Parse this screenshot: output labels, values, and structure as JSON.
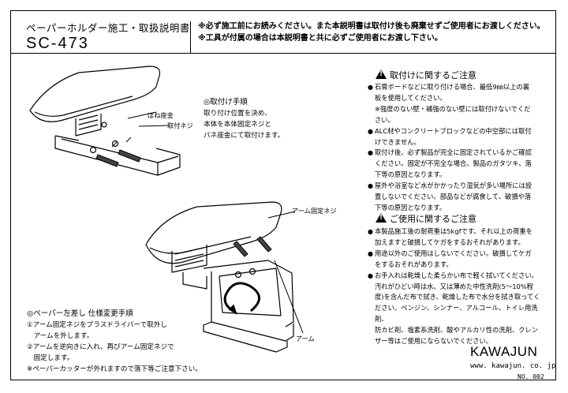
{
  "header": {
    "title": "ペーパーホルダー施工・取扱説明書",
    "model": "SC-473",
    "notice_1": "※必ず施工前にお読みください。また本説明書は取付け後も廃棄せずご使用者にお渡しください。",
    "notice_2": "※工具が付属の場合は本説明書と共に必ずご使用者にお渡し下さい。"
  },
  "illustrations": {
    "label_spring_washer": "ばね座金",
    "label_mount_screw": "取付ネジ",
    "label_arm_screw": "アーム固定ネジ",
    "label_arm": "アーム"
  },
  "install_procedure": {
    "heading": "◎取付け手順",
    "lines": [
      "取り付け位置を決め、",
      "本体を本体固定ネジと",
      "バネ座金にて取付けます。"
    ]
  },
  "left_spec_change": {
    "heading": "◎ペーパー左差し 仕様変更手順",
    "steps": [
      "①アーム固定ネジをプラスドライバーで取外し",
      "　アームを外します。",
      "②アームを逆向きに入れ、再びアーム固定ネジで",
      "　固定します。",
      "※ペーパーカッターが外れますので落下等ご注意下さい。"
    ]
  },
  "install_cautions": {
    "heading": "取付けに関するご注意",
    "bullet": "●",
    "items": [
      {
        "lines": [
          "石膏ボードなどに取り付ける場合、最低9㎜以上の裏",
          "板を使用してください。",
          "※強度のない壁・補強のない壁には取付けないでくだ",
          "さい。"
        ]
      },
      {
        "lines": [
          "ALC材やコンクリートブロックなどの中空部には取付",
          "けできません。"
        ]
      },
      {
        "lines": [
          "取付け後、必ず製品が完全に固定されているかご確認",
          "ください。固定が不完全な場合、製品のガタツキ、落",
          "下等の原因となります。"
        ]
      },
      {
        "lines": [
          "屋外や浴室など水がかかったり湿気が多い場所には設",
          "置しないでください。部品などが腐食して、破損や落",
          "下等の原因となります。"
        ]
      }
    ]
  },
  "usage_cautions": {
    "heading": "ご使用に関するご注意",
    "bullet": "●",
    "items": [
      {
        "lines": [
          "本製品施工後の耐荷重は5kgfです。それ以上の荷重を",
          "加えますと破損してケガをするおそれがあります。"
        ]
      },
      {
        "lines": [
          "用途以外のご使用はしないでください。破損してケガ",
          "をするおそれがあります。"
        ]
      },
      {
        "lines": [
          "お手入れは乾燥した柔らかい布で軽く拭いてください。",
          "汚れがひどい時は水、又は薄めた中性洗剤(5〜10%程",
          "度)を含んだ布で拭き、乾燥した布で水分を拭き取ってく",
          "ださい。ベンジン、シンナー、アルコール、トイレ用洗剤、",
          "防カビ剤、塩素系洗剤、酸やアルカリ性の洗剤、クレン",
          "ザー等はご使用にならないでください。"
        ]
      }
    ]
  },
  "footer": {
    "brand": "KAWAJUN",
    "url": "www. kawajun. co. jp",
    "doc_no": "NO. 002"
  }
}
